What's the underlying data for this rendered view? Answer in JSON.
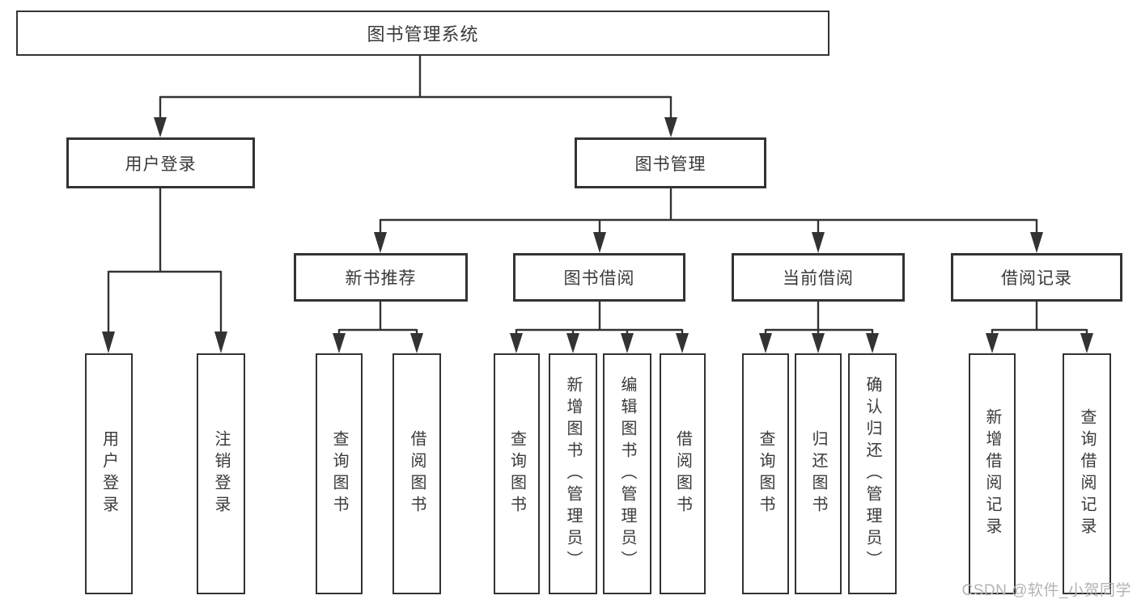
{
  "colors": {
    "line": "#333333",
    "text": "#3a3a3a",
    "watermark": "#b3b3b3",
    "background": "#ffffff"
  },
  "root": {
    "label": "图书管理系统"
  },
  "level2": [
    {
      "label": "用户登录"
    },
    {
      "label": "图书管理"
    }
  ],
  "level3": [
    {
      "label": "新书推荐"
    },
    {
      "label": "图书借阅"
    },
    {
      "label": "当前借阅"
    },
    {
      "label": "借阅记录"
    }
  ],
  "leaves": {
    "user_login": [
      {
        "label": "用户登录"
      },
      {
        "label": "注销登录"
      }
    ],
    "new_book_recommend": [
      {
        "label": "查询图书"
      },
      {
        "label": "借阅图书"
      }
    ],
    "book_borrow": [
      {
        "label": "查询图书"
      },
      {
        "label": "新增图书（管理员）"
      },
      {
        "label": "编辑图书（管理员）"
      },
      {
        "label": "借阅图书"
      }
    ],
    "current_borrow": [
      {
        "label": "查询图书"
      },
      {
        "label": "归还图书"
      },
      {
        "label": "确认归还（管理员）"
      }
    ],
    "borrow_records": [
      {
        "label": "新增借阅记录"
      },
      {
        "label": "查询借阅记录"
      }
    ]
  },
  "watermark": "CSDN @软件_小贺同学"
}
